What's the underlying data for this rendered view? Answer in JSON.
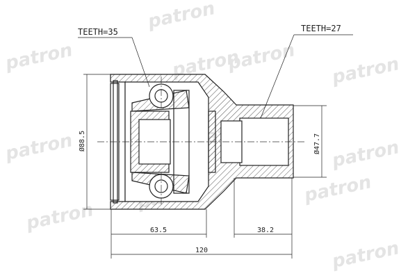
{
  "watermark": {
    "text": "patron",
    "color": "#e4e4e4"
  },
  "labels": {
    "teeth_inner": "TEETH=35",
    "teeth_outer": "TEETH=27"
  },
  "dimensions": {
    "outer_diameter": "Ø88.5",
    "stem_diameter": "Ø47.7",
    "housing_length": "63.5",
    "stem_length": "38.2",
    "total_length": "120"
  },
  "colors": {
    "line": "#222222",
    "hatch": "#555555"
  }
}
